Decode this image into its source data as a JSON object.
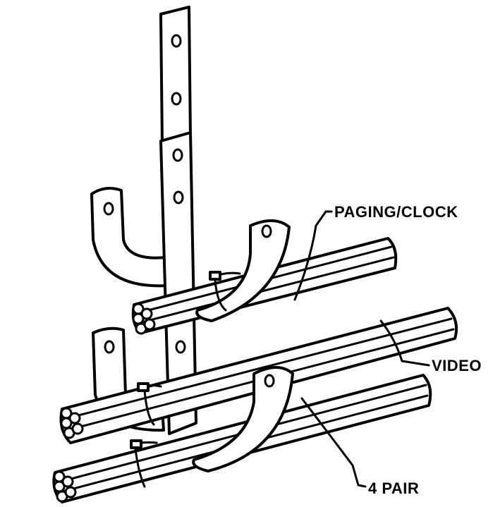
{
  "labels": {
    "paging_clock": "PAGING/CLOCK",
    "video": "VIDEO",
    "four_pair": "4 PAIR"
  },
  "colors": {
    "ink": "#000000",
    "paper": "#ffffff"
  }
}
